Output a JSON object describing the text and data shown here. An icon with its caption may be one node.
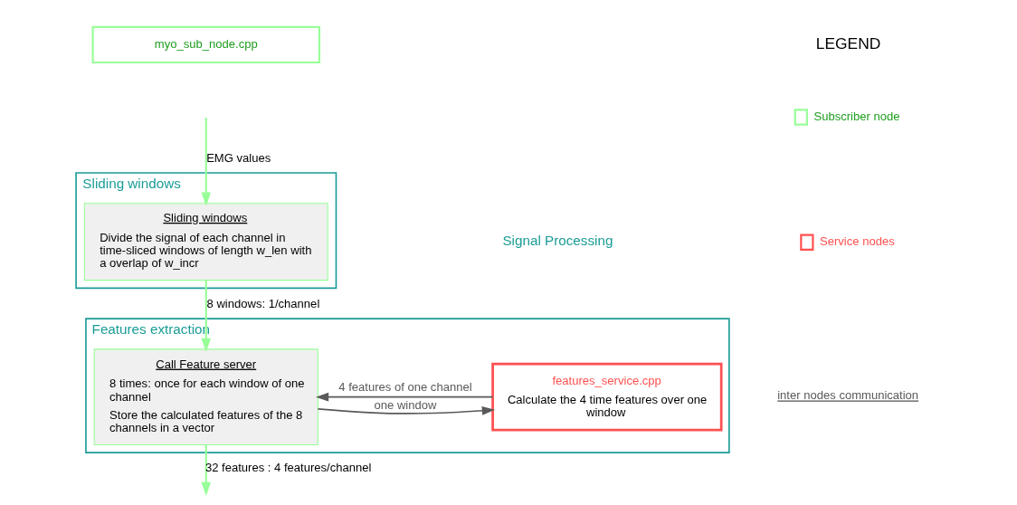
{
  "diagram": {
    "nodes": [
      {
        "text": [
          "myo_sub_node.cpp"
        ]
      },
      {
        "text": [
          "Sliding windows"
        ]
      },
      {
        "text": [
          "Sliding windows",
          "Divide the signal of each channel in time-sliced windows of length w_len with a overlap of w_incr"
        ],
        "in": 1
      },
      {
        "text": [
          "Features extraction"
        ]
      },
      {
        "text": [
          "Call Feature server",
          "8 times: once for each window of one channel",
          "Store the calculated features of the 8 channels in a vector"
        ],
        "in": 3
      },
      {
        "text": [
          "features_service.cpp",
          "Calculate the 4 time features over one window"
        ],
        "in": 3
      }
    ],
    "edges": [
      {
        "from": null,
        "to": 2,
        "arrow": "to",
        "label": "EMG values"
      },
      {
        "from": 2,
        "to": 4,
        "arrow": "to",
        "label": "8 windows: 1/channel"
      },
      {
        "from": 4,
        "to": null,
        "arrow": "to",
        "label": "32 features : 4 features/channel"
      },
      {
        "from": 4,
        "to": 5,
        "arrow": "to",
        "label": "one window",
        "color": "#595959"
      },
      {
        "from": 5,
        "to": 4,
        "arrow": "to",
        "label": "4 features of one channel",
        "color": "#595959"
      }
    ],
    "labels": [
      "LEGEND",
      "Signal Processing"
    ],
    "legend": [
      {
        "text": "Subscriber node",
        "color": "#99ff99"
      },
      {
        "text": "Service nodes",
        "color": "#ff5050"
      },
      {
        "text": "inter nodes communication"
      }
    ]
  }
}
